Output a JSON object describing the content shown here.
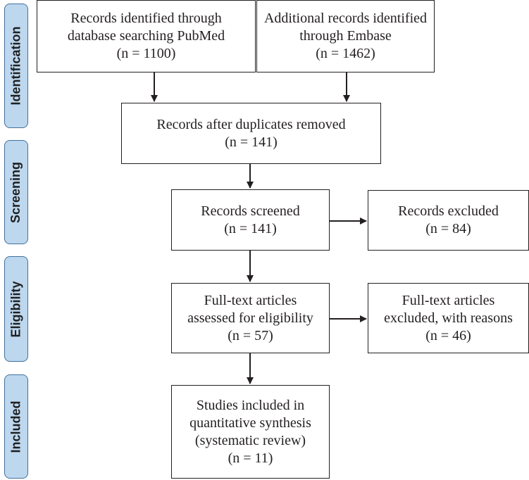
{
  "stages": {
    "identification": "Identification",
    "screening": "Screening",
    "eligibility": "Eligibility",
    "included": "Included"
  },
  "boxes": {
    "pubmed": {
      "line1": "Records identified through",
      "line2": "database searching PubMed",
      "line3": "(n =  1100)"
    },
    "embase": {
      "line1": "Additional records identified",
      "line2": "through Embase",
      "line3": "(n =  1462)"
    },
    "duplicates": {
      "line1": "Records after duplicates removed",
      "line2": "(n =  141)"
    },
    "screened": {
      "line1": "Records screened",
      "line2": "(n =  141)"
    },
    "excluded": {
      "line1": "Records excluded",
      "line2": "(n = 84)"
    },
    "fulltext": {
      "line1": "Full-text articles",
      "line2": "assessed for eligibility",
      "line3": "(n = 57)"
    },
    "fulltext_excluded": {
      "line1": "Full-text articles",
      "line2": "excluded, with reasons",
      "line3": "(n = 46)"
    },
    "included": {
      "line1": "Studies included in",
      "line2": "quantitative synthesis",
      "line3": "(systematic review)",
      "line4": "(n =  11)"
    }
  },
  "colors": {
    "stage_fill": "#bdd7ee",
    "stage_border": "#41719c",
    "line": "#231f20"
  }
}
